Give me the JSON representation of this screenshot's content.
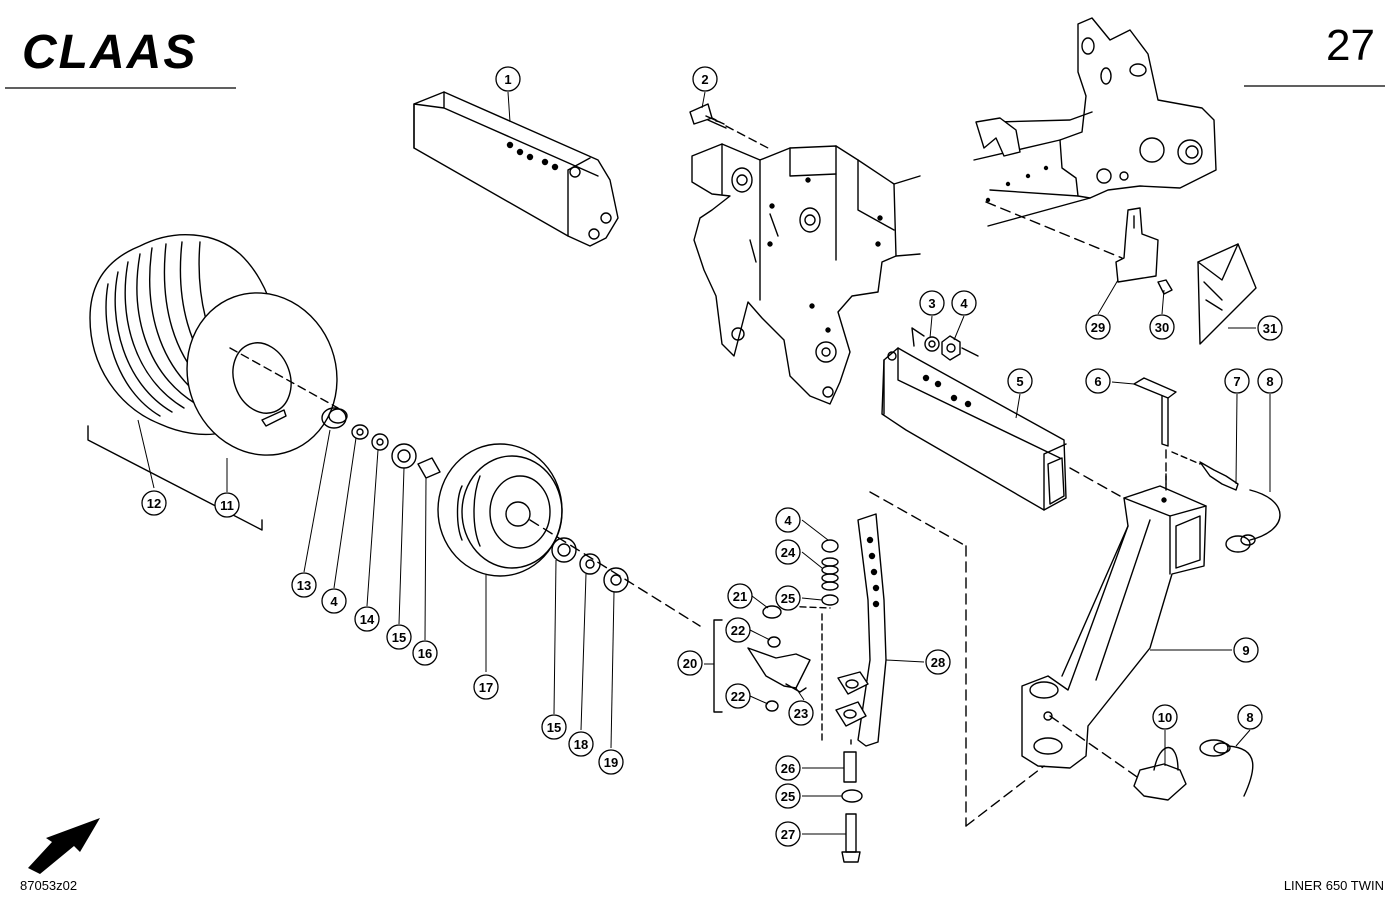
{
  "brand": {
    "logo": "CLAAS"
  },
  "page_number": "27",
  "drawing_code": "87053z02",
  "model": "LINER 650 TWIN",
  "callouts": [
    "1",
    "2",
    "3",
    "4",
    "5",
    "6",
    "7",
    "8",
    "9",
    "10",
    "11",
    "12",
    "13",
    "4",
    "14",
    "15",
    "16",
    "17",
    "15",
    "18",
    "19",
    "20",
    "21",
    "22",
    "22",
    "23",
    "24",
    "25",
    "25",
    "26",
    "27",
    "28",
    "29",
    "30",
    "31",
    "4",
    "8"
  ]
}
